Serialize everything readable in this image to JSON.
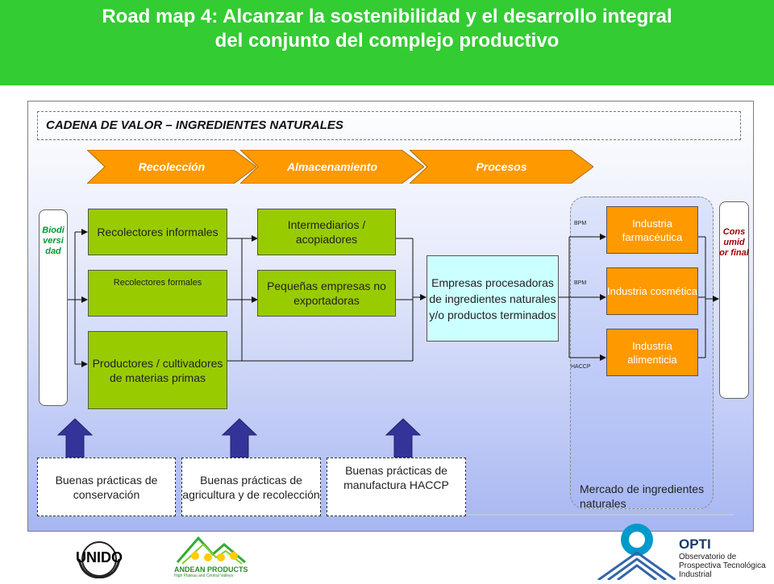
{
  "header": {
    "title_line1": "Road map 4: Alcanzar la sostenibilidad y el desarrollo integral",
    "title_line2": "del conjunto del complejo productivo"
  },
  "chain": {
    "title": "CADENA DE VALOR – INGREDIENTES NATURALES",
    "stages": [
      "Recolección",
      "Almacenamiento",
      "Procesos"
    ]
  },
  "left_bar": "Biodi versi dad",
  "right_bar": "Cons umid or final",
  "nodes": {
    "recolectores_informales": "Recolectores informales",
    "recolectores_formales": "Recolectores formales",
    "productores": "Productores / cultivadores de materias primas",
    "intermediarios": "Intermediarios / acopiadores",
    "pequenas_empresas": "Pequeñas empresas no exportadoras",
    "empresas_procesadoras": "Empresas procesadoras de ingredientes naturales y/o productos terminados",
    "ind_farmaceutica": "Industria farmacéutica",
    "ind_cosmetica": "Industria cosmética",
    "ind_alimenticia": "Industria alimenticia"
  },
  "edge_labels": {
    "bpm1": "BPM",
    "bpm2": "BPM",
    "haccp": "HACCP"
  },
  "market_label": "Mercado de ingredientes naturales",
  "practices": [
    "Buenas prácticas de conservación",
    "Buenas prácticas de agricultura y de recolección",
    "Buenas prácticas de manufactura HACCP"
  ],
  "logos": {
    "unido": "UNIDO",
    "andean_title": "ANDEAN PRODUCTS",
    "andean_sub": "High Plateau and Central Valleys",
    "opti_title": "OPTI",
    "opti_line1": "Observatorio de",
    "opti_line2": "Prospectiva Tecnológica",
    "opti_line3": "Industrial"
  },
  "colors": {
    "header": "#33cc33",
    "stage": "#ff9900",
    "green_box": "#99cc00",
    "process_box": "#ccffff",
    "arrow": "#333399",
    "side_text": "#990000"
  }
}
